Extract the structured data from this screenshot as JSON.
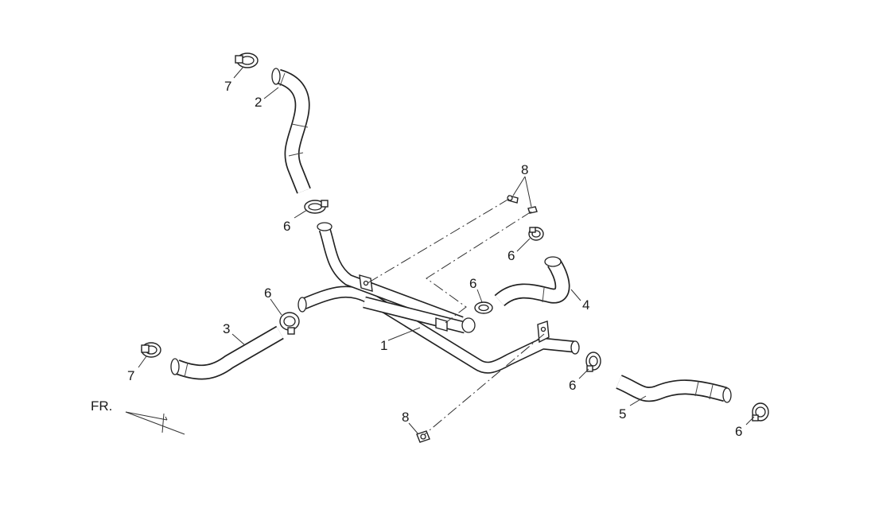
{
  "callouts": {
    "p1": "1",
    "p2": "2",
    "p3": "3",
    "p4": "4",
    "p5": "5",
    "p6a": "6",
    "p6b": "6",
    "p6c": "6",
    "p6d": "6",
    "p6e": "6",
    "p6f": "6",
    "p7a": "7",
    "p7b": "7",
    "p8a": "8",
    "p8b": "8"
  },
  "direction": {
    "label": "FR."
  },
  "colors": {
    "line": "#222222",
    "background": "#ffffff"
  }
}
